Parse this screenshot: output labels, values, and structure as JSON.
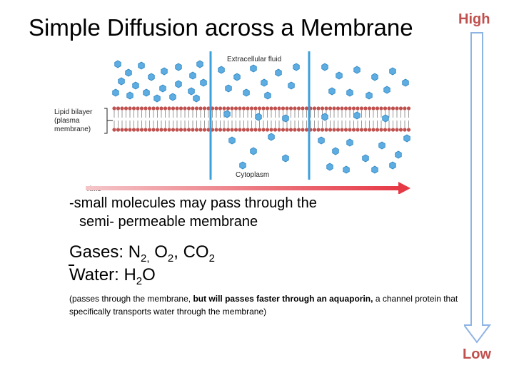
{
  "title": "Simple Diffusion across a Membrane",
  "gradient": {
    "high_label": "High",
    "low_label": "Low",
    "color": "#8eb4e3"
  },
  "diagram": {
    "extracellular_label": "Extracellular fluid",
    "bilayer_label_line1": "Lipid bilayer",
    "bilayer_label_line2": "(plasma",
    "bilayer_label_line3": "membrane)",
    "cytoplasm_label": "Cytoplasm",
    "time_label": "Time",
    "molecule_color": "#5dade2",
    "time_arrow_color": "#e63946",
    "panel_line_color": "#3ca0dc"
  },
  "bullets": {
    "b1_line1": "-small molecules may pass through the",
    "b1_line2": "semi- permeable membrane",
    "gases_prefix": "Gases:  N",
    "gases_n_sub": "2,",
    "gases_o": " O",
    "gases_o_sub": "2",
    "gases_co": ", CO",
    "gases_co_sub": "2",
    "water_prefix": "Water:  H",
    "water_sub": "2",
    "water_suffix": "O"
  },
  "note": {
    "part1": "(passes through the membrane, ",
    "bold": "but will passes faster through an aquaporin,",
    "part2": " a channel protein that specifically transports water through the membrane)"
  }
}
